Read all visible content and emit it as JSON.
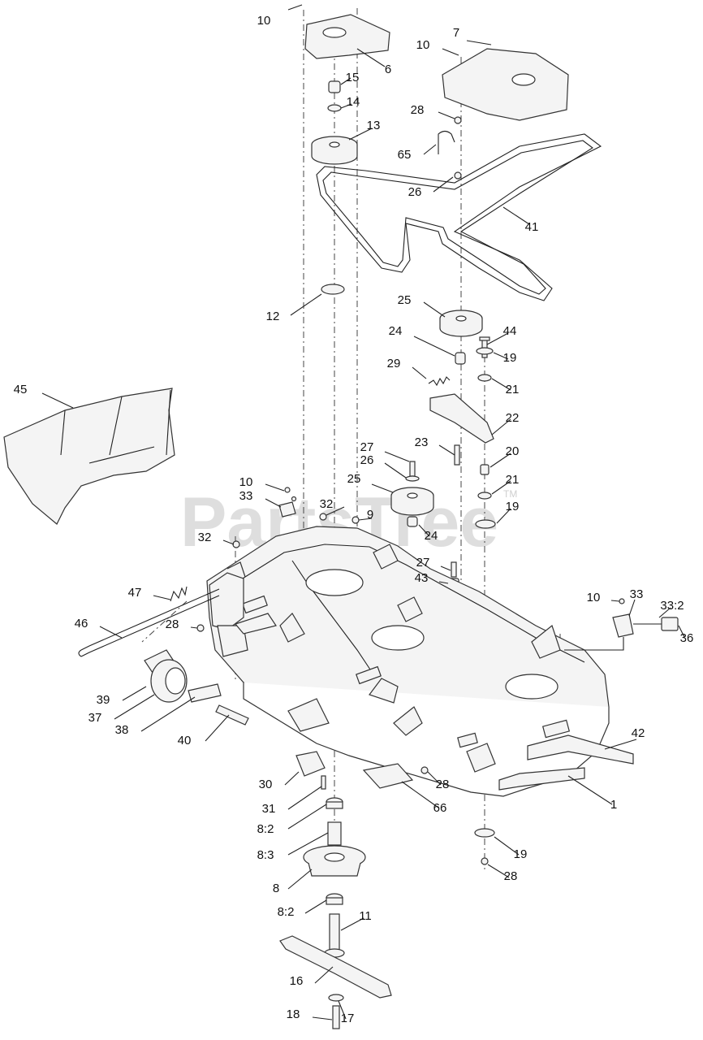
{
  "watermark": "PartsTree",
  "trademark": "TM",
  "labels": [
    "10",
    "6",
    "7",
    "10",
    "15",
    "14",
    "28",
    "13",
    "65",
    "26",
    "41",
    "12",
    "25",
    "44",
    "24",
    "19",
    "29",
    "21",
    "45",
    "22",
    "27",
    "23",
    "20",
    "26",
    "25",
    "21",
    "10",
    "33",
    "32",
    "19",
    "9",
    "32",
    "24",
    "27",
    "43",
    "47",
    "10",
    "33",
    "33:2",
    "46",
    "28",
    "36",
    "39",
    "37",
    "38",
    "42",
    "40",
    "1",
    "30",
    "28",
    "31",
    "66",
    "8:2",
    "8:3",
    "19",
    "8",
    "28",
    "8:2",
    "11",
    "16",
    "18",
    "17"
  ]
}
